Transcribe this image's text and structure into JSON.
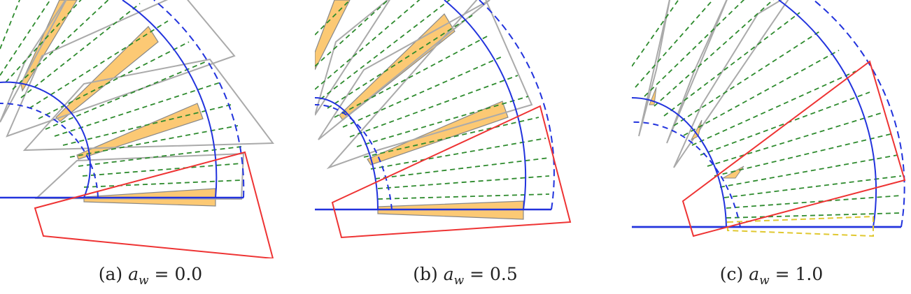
{
  "colors": {
    "blue": "#2233dd",
    "green": "#2e8b2e",
    "red": "#ee3333",
    "gray": "#aaaaaa",
    "orange": "#fcc974",
    "yellow": "#e0c830"
  },
  "panels": [
    {
      "id": "a",
      "label": "(a)",
      "var": "a",
      "sub": "w",
      "eq": " = ",
      "value": "0.0"
    },
    {
      "id": "b",
      "label": "(b)",
      "var": "a",
      "sub": "w",
      "eq": " = ",
      "value": "0.5"
    },
    {
      "id": "c",
      "label": "(c)",
      "var": "a",
      "sub": "w",
      "eq": " = ",
      "value": "1.0"
    }
  ]
}
